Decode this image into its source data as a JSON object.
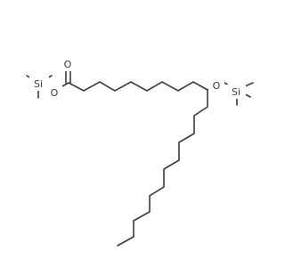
{
  "molecule": {
    "atoms": {
      "o_carbonyl": "O",
      "o_ester": "O",
      "si_ester": "Si",
      "o_ether": "O",
      "si_ether": "Si"
    }
  }
}
